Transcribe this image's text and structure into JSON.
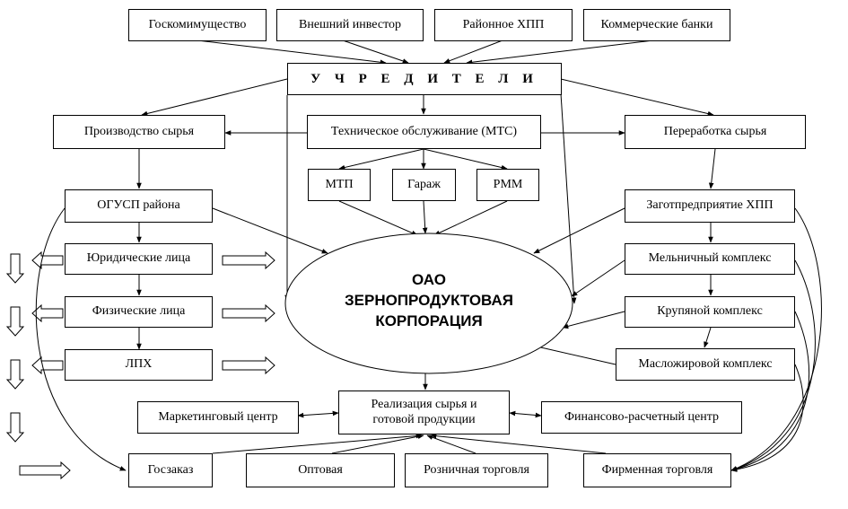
{
  "founders_sources": [
    "Госкомимущество",
    "Внешний инвестор",
    "Районное ХПП",
    "Коммерческие банки"
  ],
  "founders": "У Ч Р Е Д И Т Е Л И",
  "raw_production": "Производство сырья",
  "tech_service": "Техническое обслуживание (МТС)",
  "raw_processing": "Переработка сырья",
  "tech_units": [
    "МТП",
    "Гараж",
    "РММ"
  ],
  "producers": [
    "ОГУСП района",
    "Юридические лица",
    "Физические лица",
    "ЛПХ"
  ],
  "processors": [
    "Заготпредприятие ХПП",
    "Мельничный комплекс",
    "Крупяной комплекс",
    "Масложировой комплекс"
  ],
  "corporation": [
    "ОАО",
    "ЗЕРНОПРОДУКТОВАЯ",
    "КОРПОРАЦИЯ"
  ],
  "sales_center": [
    "Реализация сырья и",
    "готовой продукции"
  ],
  "marketing_center": "Маркетинговый центр",
  "finance_center": "Финансово-расчетный центр",
  "sales_channels": [
    "Госзаказ",
    "Оптовая",
    "Розничная торговля",
    "Фирменная торговля"
  ]
}
